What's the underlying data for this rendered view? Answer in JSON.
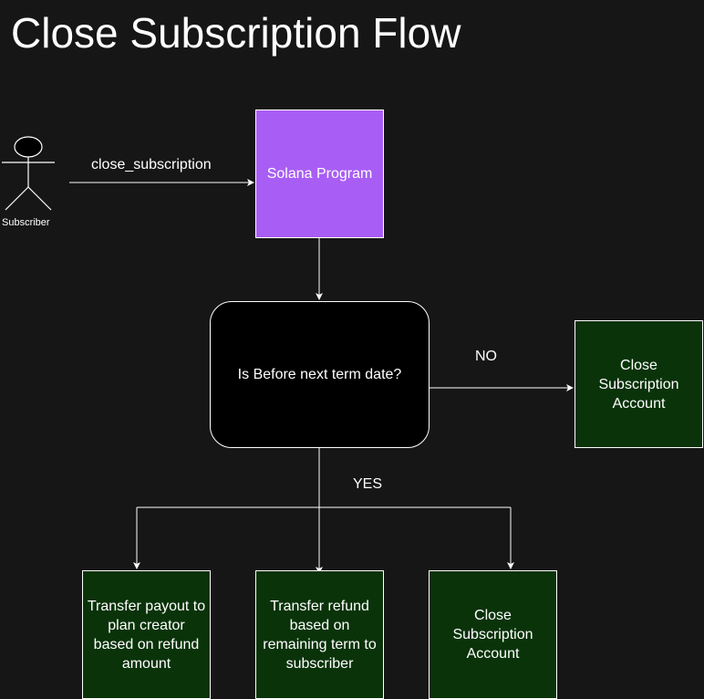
{
  "title": "Close Subscription Flow",
  "actor": {
    "label": "Subscriber",
    "icon": "stick-figure-icon"
  },
  "edges": {
    "call_label": "close_subscription",
    "no_label": "NO",
    "yes_label": "YES"
  },
  "nodes": {
    "program": "Solana Program",
    "decision": "Is Before next term date?",
    "close_account_no": "Close Subscription Account",
    "transfer_payout": "Transfer payout to plan creator based on refund amount",
    "transfer_refund": "Transfer refund based on remaining term to subscriber",
    "close_account_yes": "Close Subscription Account"
  },
  "colors": {
    "background": "#161616",
    "program_fill": "#a85ef5",
    "decision_fill": "#000000",
    "action_fill": "#0a330a",
    "stroke": "#ffffff"
  }
}
